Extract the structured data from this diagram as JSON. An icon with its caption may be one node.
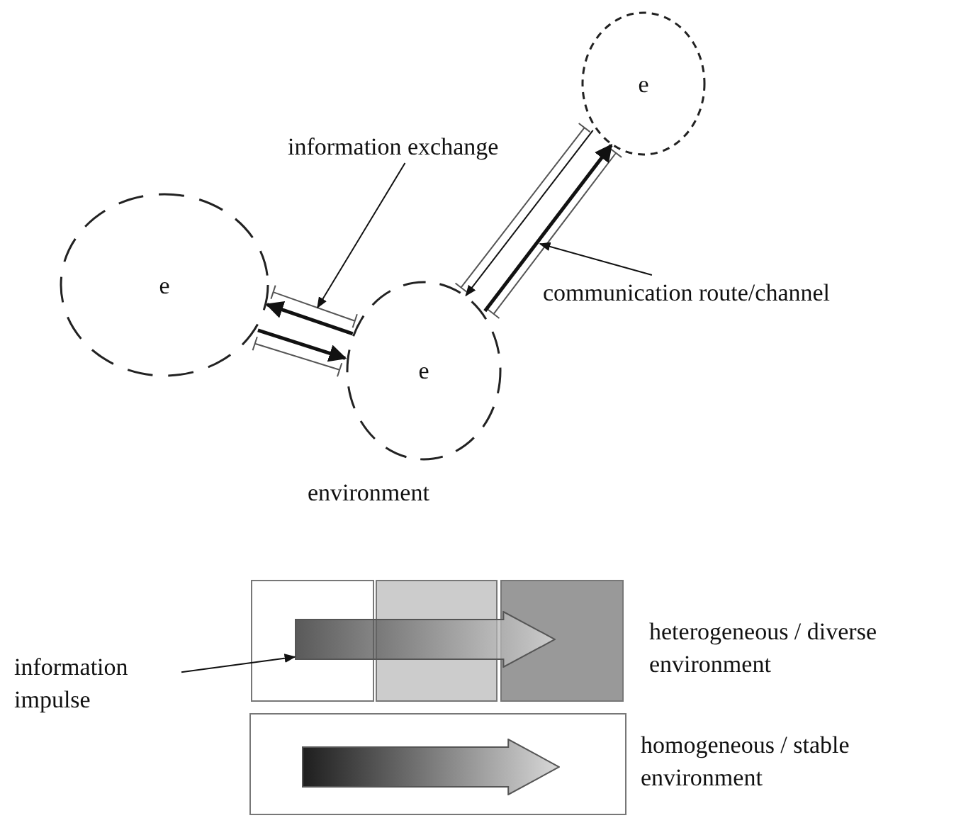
{
  "diagram": {
    "nodes": [
      {
        "text": [
          "e"
        ]
      },
      {
        "text": [
          "information exchange"
        ]
      },
      {
        "text": [
          "e"
        ]
      },
      {
        "text": [
          "e"
        ]
      },
      {
        "text": [
          "communication route/channel"
        ]
      },
      {
        "text": [],
        "shape": "box"
      },
      {
        "text": [],
        "shape": "box"
      },
      {
        "text": [],
        "shape": "box"
      },
      {
        "text": [],
        "shape": "arrow"
      },
      {
        "text": [
          "information impulse"
        ]
      },
      {
        "text": [],
        "shape": "box"
      },
      {
        "text": [],
        "shape": "arrow",
        "in": 10
      }
    ],
    "edges": [
      {
        "from": 3,
        "to": 2,
        "arrow": "to",
        "style": "thick"
      },
      {
        "from": 2,
        "to": 3,
        "arrow": "to",
        "style": "thick"
      },
      {
        "from": 3,
        "to": 0,
        "arrow": "to",
        "style": "thick"
      },
      {
        "from": 0,
        "to": 3,
        "arrow": "to"
      },
      {
        "from": 1,
        "to": null,
        "arrow": "to"
      },
      {
        "from": 4,
        "to": null,
        "arrow": "to"
      },
      {
        "from": 9,
        "to": 8,
        "arrow": "to"
      }
    ],
    "labels": [
      "environment",
      "heterogeneous / diverse environment",
      "homogeneous / stable environment"
    ]
  }
}
